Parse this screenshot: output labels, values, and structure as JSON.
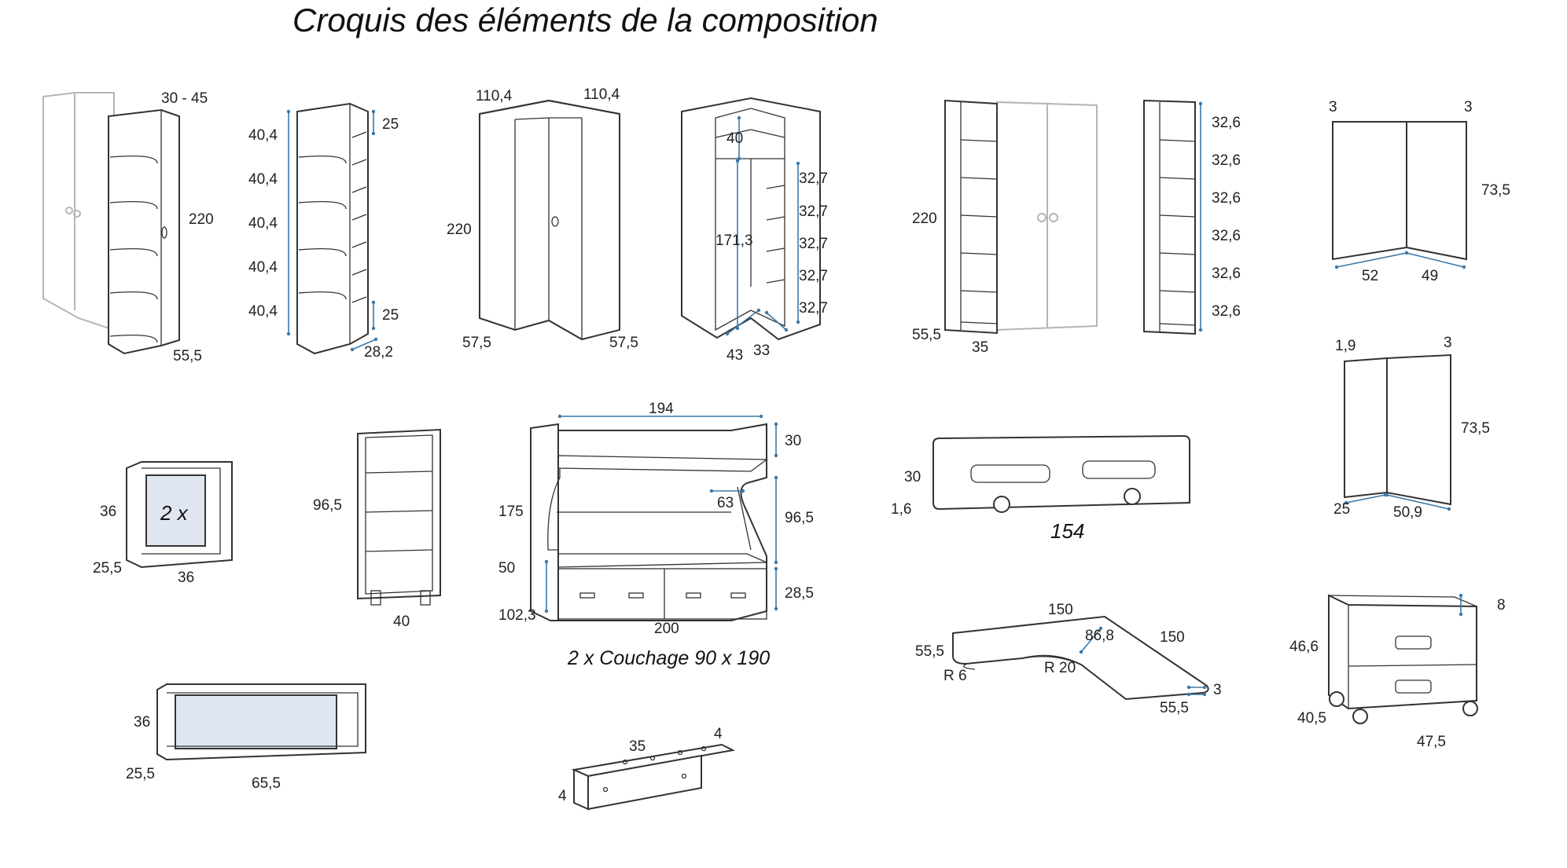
{
  "title": "Croquis des éléments de la composition",
  "captions": {
    "cube_multiplier": "2 x",
    "bed_couchage": "2 x Couchage 90 x 190",
    "headboard_width": "154"
  },
  "dimensions": {
    "wardrobe_shelf": [
      "30 - 45",
      "220",
      "55,5"
    ],
    "shelf_column": [
      "40,4",
      "40,4",
      "40,4",
      "40,4",
      "40,4",
      "25",
      "25",
      "28,2"
    ],
    "corner_wardrobe": [
      "110,4",
      "110,4",
      "220",
      "57,5",
      "57,5"
    ],
    "corner_interior": [
      "40",
      "171,3",
      "32,7",
      "32,7",
      "32,7",
      "32,7",
      "32,7",
      "43",
      "33"
    ],
    "wardrobe_with_shelves": [
      "220",
      "55,5",
      "35"
    ],
    "shelf_tower": [
      "32,6",
      "32,6",
      "32,6",
      "32,6",
      "32,6",
      "32,6"
    ],
    "corner_panel_top": [
      "3",
      "3",
      "73,5",
      "52",
      "49"
    ],
    "corner_panel_bottom": [
      "1,9",
      "3",
      "73,5",
      "25",
      "50,9"
    ],
    "cube": [
      "36",
      "25,5",
      "36"
    ],
    "bookcase": [
      "96,5",
      "40"
    ],
    "bunk_bed": [
      "194",
      "30",
      "175",
      "63",
      "96,5",
      "50",
      "28,5",
      "102,3",
      "200"
    ],
    "headboard": [
      "30",
      "1,6"
    ],
    "wall_shelf": [
      "36",
      "25,5",
      "65,5"
    ],
    "corner_desk": [
      "150",
      "86,8",
      "150",
      "55,5",
      "R 6",
      "R 20",
      "3",
      "55,5"
    ],
    "bracket": [
      "35",
      "4",
      "4"
    ],
    "drawer_unit": [
      "8",
      "46,6",
      "40,5",
      "47,5"
    ]
  },
  "colors": {
    "outline": "#333333",
    "dimension": "#3a78a8",
    "ghost": "#b5b5b5",
    "panel_fill": "#dfe6f1"
  }
}
